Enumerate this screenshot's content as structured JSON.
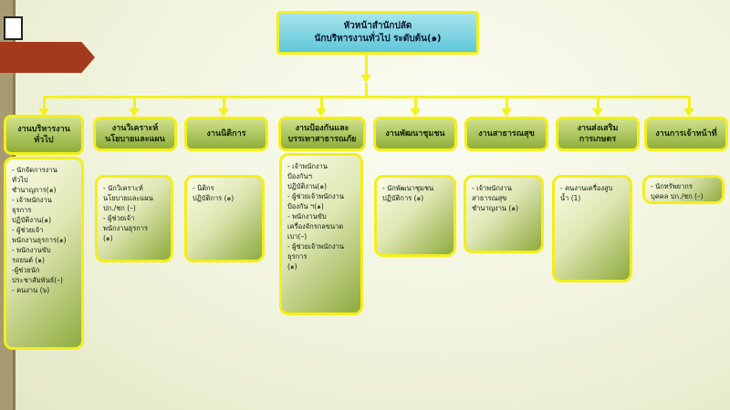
{
  "chart": {
    "top": {
      "line1": "หัวหน้าสำนักปลัด",
      "line2": "นักบริหารงานทั่วไป ระดับต้น(๑)"
    },
    "colors": {
      "box_border": "#f3ef1a",
      "connector": "#f4f11e",
      "top_fill": "#5fc7d9",
      "unit_fill": "#8fae3a"
    },
    "units": [
      {
        "title": "งานบริหารงาน\nทั่วไป",
        "items": "- นักจัดการงาน\nทั่วไป\nชำนาญการ(๑)\n- เจ้าพนักงาน\nธุรการ\n ปฏิบัติงาน(๑)\n- ผู้ช่วยเจ้า\nพนักงานธุรการ(๑)\n- พนักงานขับ\nรถยนต์ (๑)\n-ผู้ช่วยนัก\nประชาสัมพันธ์(–)\n- คนงาน (๖)"
      },
      {
        "title": "งานวิเคราะห์\nนโยบายและแผน",
        "items": "- นักวิเคราะห์\nนโยบายและแผน\nปก./ชก (–)\n- ผู้ช่วยเจ้า\nพนักงานธุรการ\n(๑)"
      },
      {
        "title": "งานนิติการ",
        "items": "- นิติกร\nปฏิบัติการ (๑)"
      },
      {
        "title": "งานป้องกันและ\nบรรเทาสาธารณภัย",
        "items": "- เจ้าพนักงาน\nป้องกันฯ\nปฏิบัติงาน(๑)\n- ผู้ช่วยเจ้าพนักงาน\nป้องกัน ฯ(๑)\n- พนักงานขับ\nเครื่องจักรกลขนาด\nเบา(–)\n- ผู้ช่วยเจ้าพนักงาน\nธุรการ\n(๑)"
      },
      {
        "title": "งานพัฒนาชุมชน",
        "items": "- นักพัฒนาชุมชน\nปฏิบัติการ (๑)"
      },
      {
        "title": "งานสาธารณสุข",
        "items": "- เจ้าพนักงาน\nสาธารณสุข\nชำนาญงาน (๑)"
      },
      {
        "title": "งานส่งเสริม\nการเกษตร",
        "items": "- คนงานเครื่องสูบ\nน้ำ (1)"
      },
      {
        "title": "งานการเจ้าหน้าที่",
        "items": "- นักทรัพยากร\nบุคคล ปก./ชก (–)"
      }
    ]
  }
}
